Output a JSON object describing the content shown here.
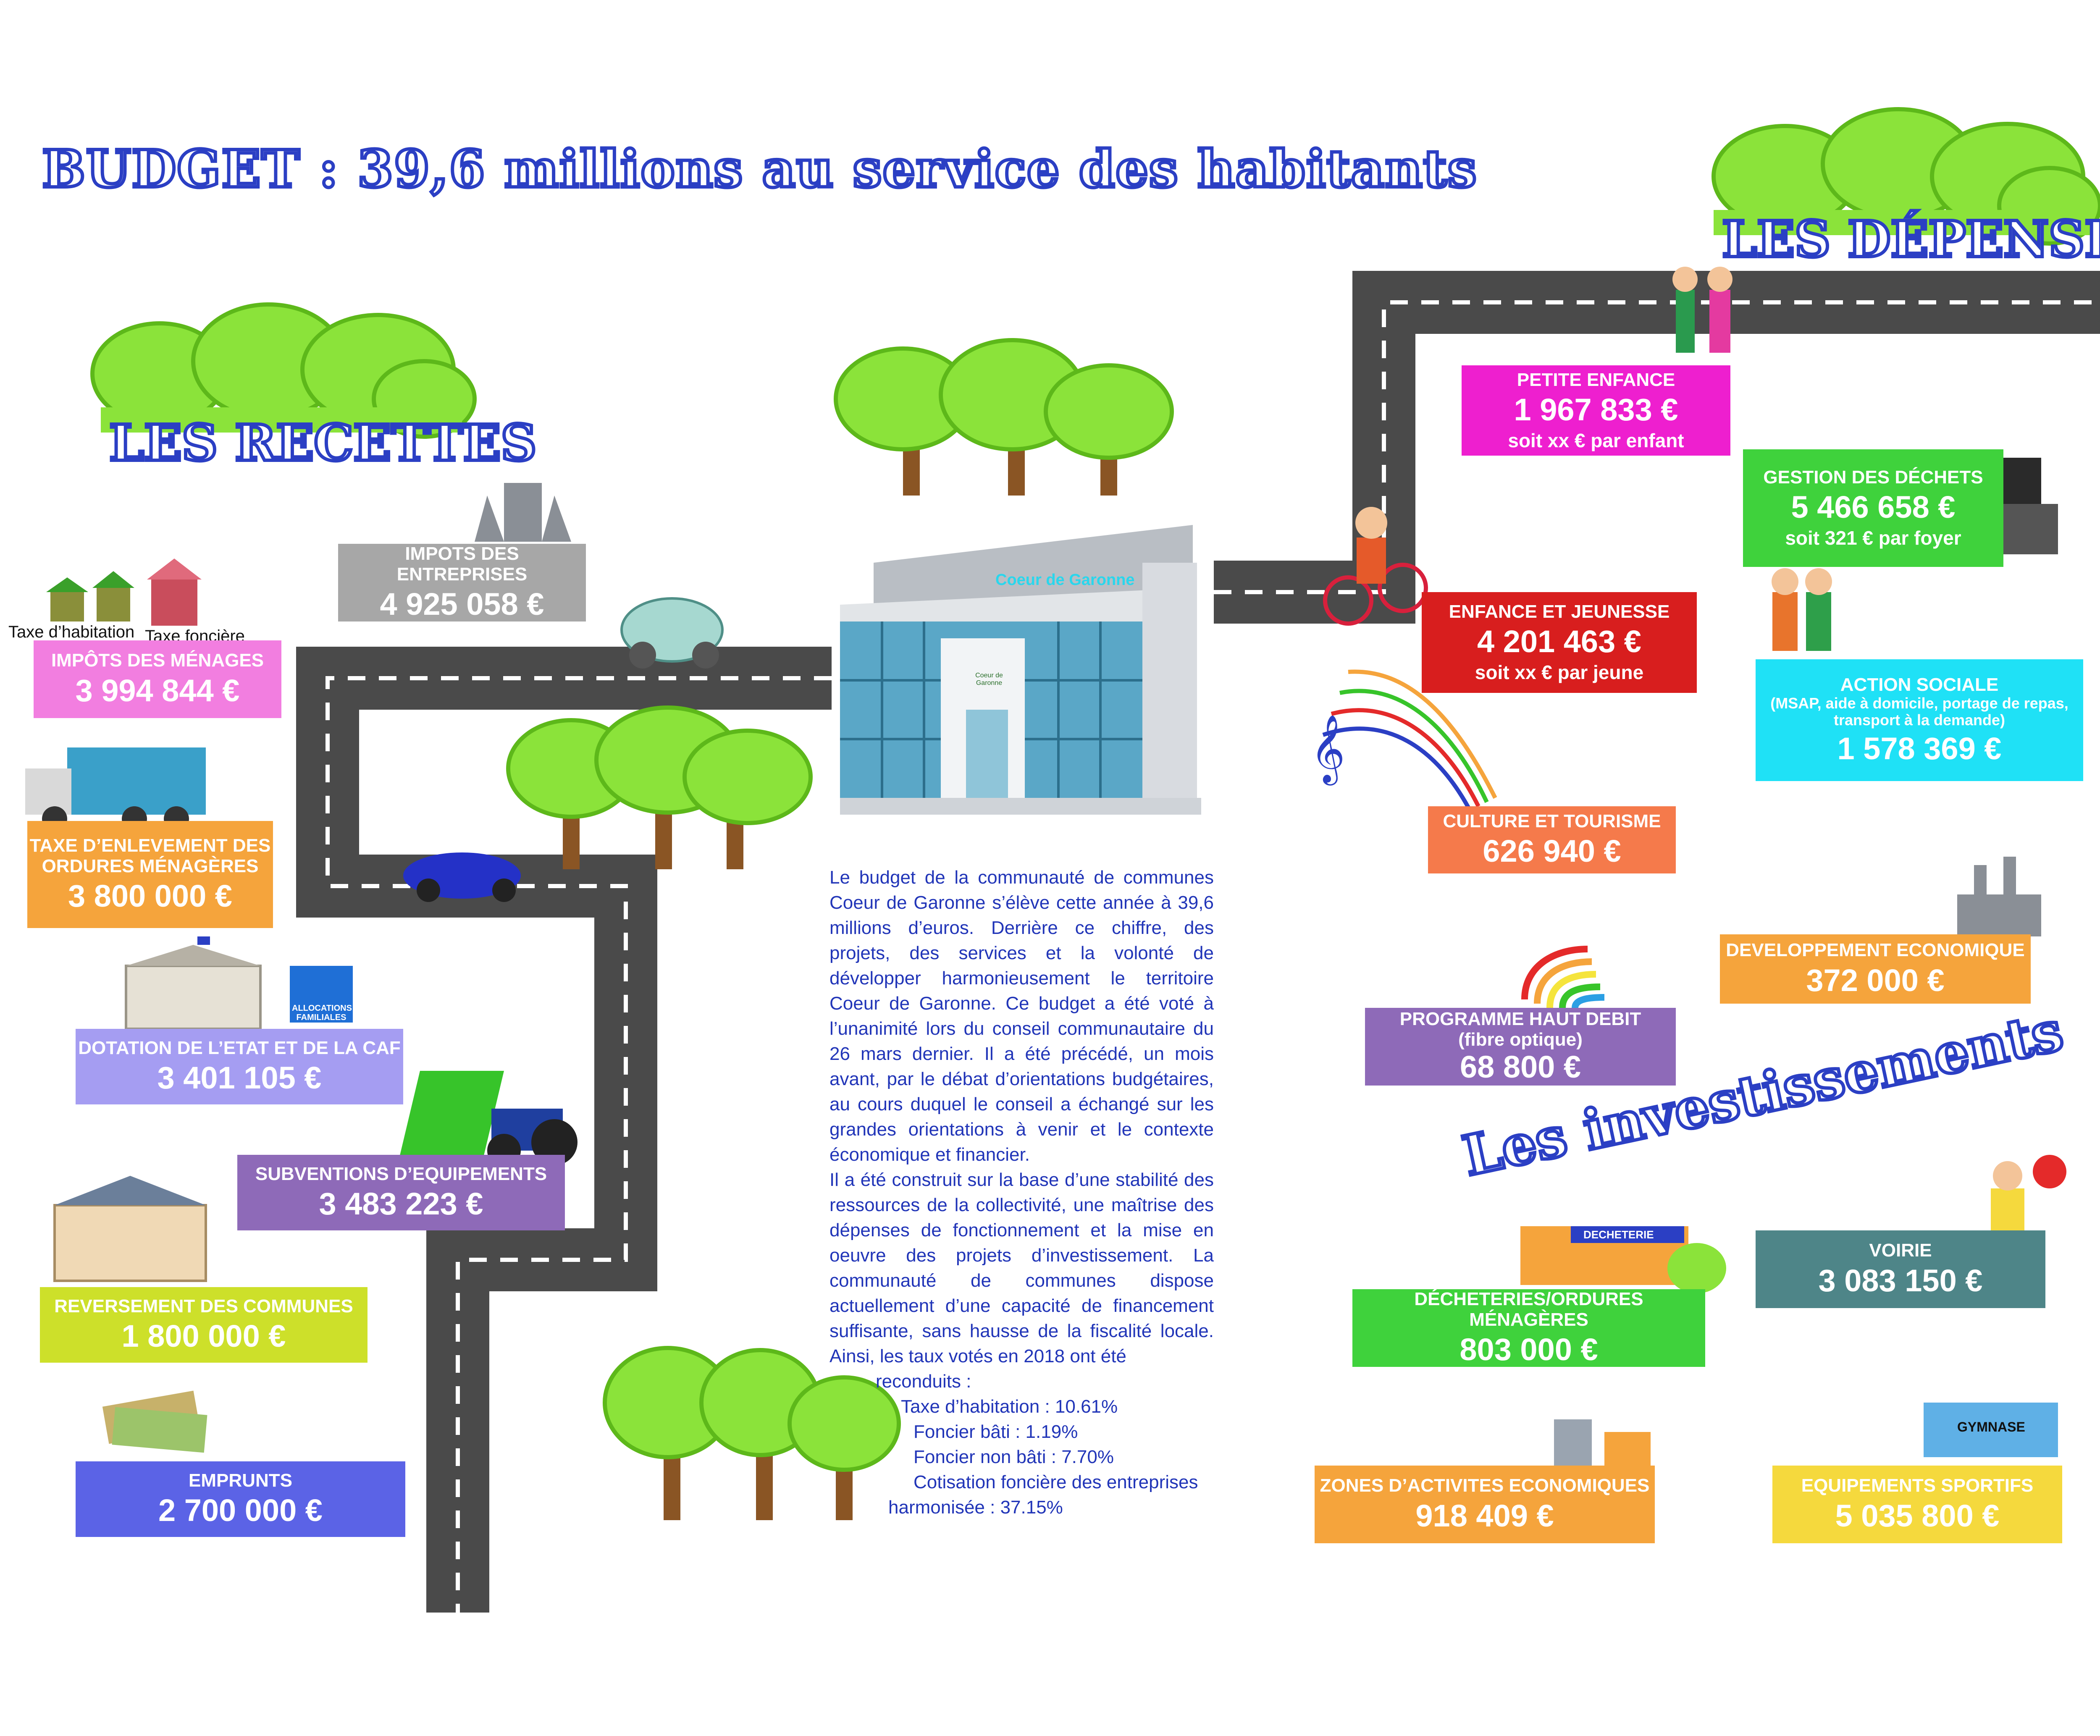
{
  "title": "BUDGET : 39,6 millions au service des habitants",
  "recettes_title": "LES RECETTES",
  "depenses_title": "LES DÉPENSES",
  "investissements_title": "Les investissements",
  "building_sign": "Coeur de Garonne",
  "building_logo": "Coeur de Garonne",
  "labels": {
    "taxe_habitation": "Taxe d’habitation",
    "taxe_fonciere": "Taxe foncière",
    "decheterie_sign": "DECHETERIE",
    "gymnase_sign": "GYMNASE",
    "caf_logo": "ALLOCATIONS FAMILIALES"
  },
  "recettes": {
    "impots_entreprises": {
      "label": "IMPOTS DES ENTREPRISES",
      "amount": "4 925 058 €"
    },
    "impots_menages": {
      "label": "IMPÔTS DES MÉNAGES",
      "amount": "3 994 844 €"
    },
    "teom": {
      "label1": "TAXE D’ENLEVEMENT DES",
      "label2": "ORDURES MÉNAGÈRES",
      "amount": "3 800 000 €"
    },
    "dotation": {
      "label": "DOTATION DE L’ETAT ET DE LA CAF",
      "amount": "3 401 105 €"
    },
    "subventions": {
      "label": "SUBVENTIONS D’EQUIPEMENTS",
      "amount": "3 483 223 €"
    },
    "reversement": {
      "label": "REVERSEMENT DES COMMUNES",
      "amount": "1 800 000 €"
    },
    "emprunts": {
      "label": "EMPRUNTS",
      "amount": "2 700 000 €"
    }
  },
  "depenses": {
    "petite_enfance": {
      "label": "PETITE ENFANCE",
      "amount": "1 967 833 €",
      "sub": "soit xx € par enfant"
    },
    "dechets": {
      "label": "GESTION DES DÉCHETS",
      "amount": "5 466 658 €",
      "sub": "soit 321 € par foyer"
    },
    "jeunesse": {
      "label": "ENFANCE ET JEUNESSE",
      "amount": "4 201 463 €",
      "sub": "soit xx € par jeune"
    },
    "action_sociale": {
      "label": "ACTION SOCIALE",
      "detail1": "(MSAP, aide à domicile, portage de repas,",
      "detail2": "transport à la demande)",
      "amount": "1 578 369 €"
    },
    "culture": {
      "label": "CULTURE ET TOURISME",
      "amount": "626 940 €"
    },
    "developpement": {
      "label": "DEVELOPPEMENT ECONOMIQUE",
      "amount": "372 000 €"
    },
    "haut_debit": {
      "label": "PROGRAMME HAUT DEBIT",
      "detail": "(fibre optique)",
      "amount": "68 800 €"
    }
  },
  "investissements": {
    "voirie": {
      "label": "VOIRIE",
      "amount": "3 083 150 €"
    },
    "decheteries": {
      "label": "DÉCHETERIES/ORDURES MÉNAGÈRES",
      "amount": "803 000 €"
    },
    "zones": {
      "label": "ZONES D’ACTIVITES ECONOMIQUES",
      "amount": "918 409 €"
    },
    "equipements": {
      "label": "EQUIPEMENTS SPORTIFS",
      "amount": "5 035 800 €"
    }
  },
  "text": {
    "paragraph1": "Le budget de la communauté de communes Coeur de Garonne s’élève cette année à 39,6 millions d’euros. Derrière ce chiffre, des projets, des services et la volonté de développer harmonieusement le territoire Coeur de Garonne. Ce budget a été voté à l’unanimité lors du conseil communautaire du 26 mars dernier. Il a été précédé, un mois avant, par le débat d’orientations budgétaires, au cours duquel le conseil a échangé sur les grandes orientations à venir et le contexte économique et financier.",
    "paragraph2": "Il a été construit sur la base d’une stabilité des ressources de la collectivité, une maîtrise des dépenses de fonctionnement et la mise en oeuvre des projets d’investissement. La communauté de communes dispose actuellement d’une capacité de financement suffisante, sans hausse de la fiscalité locale. Ainsi, les taux votés en 2018 ont été",
    "reconduits": "reconduits :",
    "rate1": "Taxe d’habitation : 10.61%",
    "rate2": "Foncier bâti : 1.19%",
    "rate3": "Foncier non bâti : 7.70%",
    "rate4": "Cotisation foncière des entreprises",
    "rate5": "harmonisée : 37.15%"
  },
  "colors": {
    "title_outline": "#2b3fc4",
    "road": "#4a4a4a",
    "tree": "#8be33a",
    "pink": "#f27ee0",
    "magenta": "#ee1fcf",
    "orange": "#f5a43c",
    "lavender": "#a59df2",
    "purple": "#8e6ab8",
    "lime": "#cde02a",
    "blue": "#5b63e6",
    "grey": "#a7a7a7",
    "green": "#3fd23c",
    "red": "#d81e1e",
    "cyan": "#1fe1f6",
    "coral": "#f57a4b",
    "teal": "#4e8588",
    "gold": "#f5d93d"
  }
}
